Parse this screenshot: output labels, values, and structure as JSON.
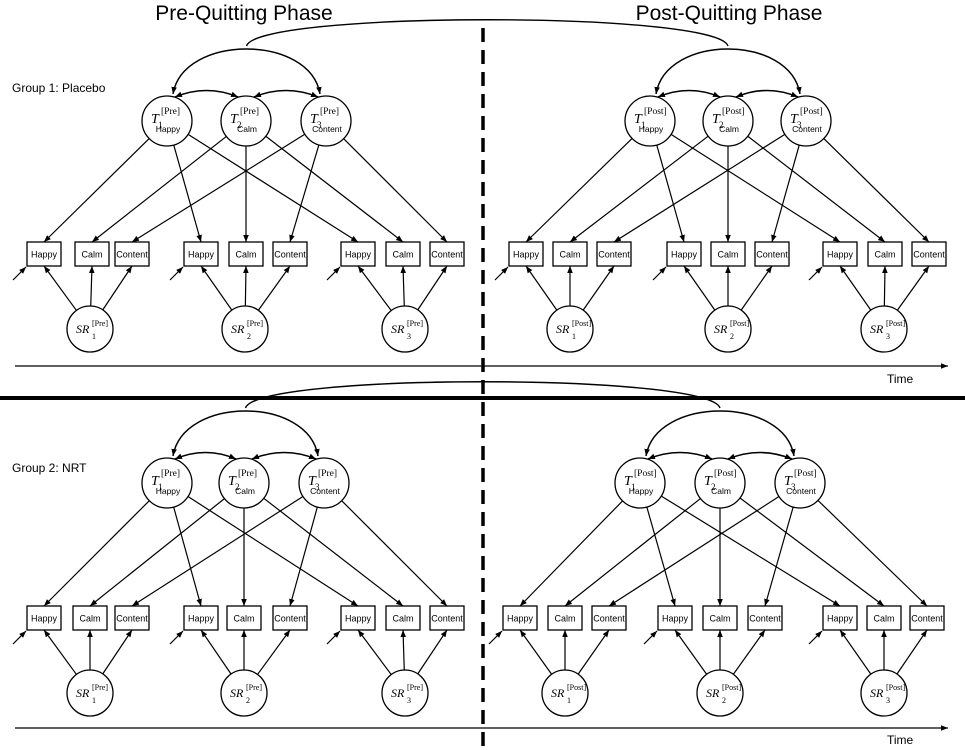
{
  "phases": {
    "pre_title": "Pre-Quitting Phase",
    "post_title": "Post-Quitting Phase"
  },
  "groups": [
    {
      "label": "Group 1: Placebo"
    },
    {
      "label": "Group 2: NRT"
    }
  ],
  "time_label": "Time",
  "indicators": [
    "Happy",
    "Calm",
    "Content"
  ],
  "trait_factors": {
    "symbol": "T",
    "indices": [
      "1",
      "2",
      "3"
    ],
    "names": [
      "Happy",
      "Calm",
      "Content"
    ]
  },
  "state_factors": {
    "symbol": "SR",
    "indices": [
      "1",
      "2",
      "3"
    ]
  },
  "phase_superscripts": {
    "pre": "[Pre]",
    "post": "[Post]"
  }
}
